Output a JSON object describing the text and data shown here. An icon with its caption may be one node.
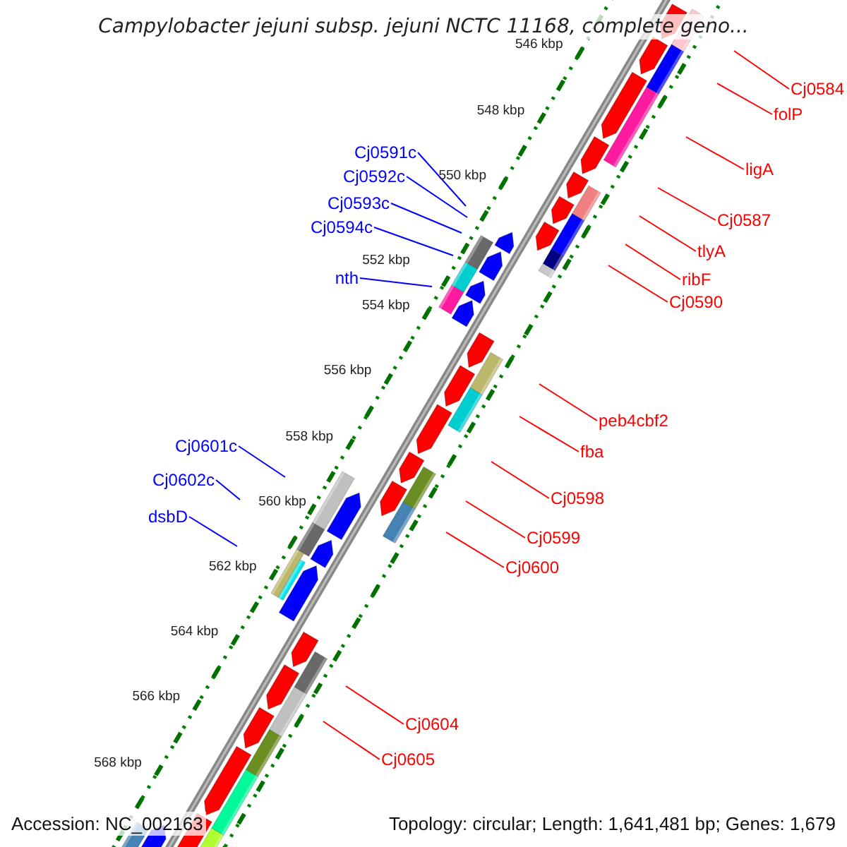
{
  "diagram": {
    "title": "Campylobacter jejuni subsp. jejuni NCTC 11168, complete geno...",
    "nodes": [
      {
        "text": [
          "Cj0584"
        ]
      },
      {
        "text": [
          "folP"
        ]
      },
      {
        "text": [
          "Cj0591c"
        ]
      },
      {
        "text": [
          "ligA"
        ]
      },
      {
        "text": [
          "Cj0592c"
        ]
      },
      {
        "text": [
          "Cj0593c"
        ]
      },
      {
        "text": [
          "Cj0587"
        ]
      },
      {
        "text": [
          "Cj0594c"
        ]
      },
      {
        "text": [
          "nth"
        ]
      },
      {
        "text": [
          "tlyA"
        ]
      },
      {
        "text": [
          "ribF"
        ]
      },
      {
        "text": [
          "Cj0590"
        ]
      },
      {
        "text": [
          "peb4cbf2"
        ]
      },
      {
        "text": [
          "Cj0601c"
        ]
      },
      {
        "text": [
          "fba"
        ]
      },
      {
        "text": [
          "Cj0602c"
        ]
      },
      {
        "text": [
          "Cj0598"
        ]
      },
      {
        "text": [
          "dsbD"
        ]
      },
      {
        "text": [
          "Cj0599"
        ]
      },
      {
        "text": [
          "Cj0600"
        ]
      },
      {
        "text": [
          "Cj0604"
        ]
      },
      {
        "text": [
          "Cj0605"
        ]
      }
    ],
    "edges": [
      {
        "from": 0,
        "to": null,
        "arrow": "none"
      },
      {
        "from": 1,
        "to": null,
        "arrow": "none"
      },
      {
        "from": 2,
        "to": null,
        "arrow": "none",
        "color": "#0000ff"
      },
      {
        "from": 3,
        "to": null,
        "arrow": "none"
      },
      {
        "from": 4,
        "to": null,
        "arrow": "none",
        "color": "#0000ff"
      },
      {
        "from": 5,
        "to": null,
        "arrow": "none",
        "color": "#0000ff"
      },
      {
        "from": 6,
        "to": null,
        "arrow": "none"
      },
      {
        "from": 7,
        "to": null,
        "arrow": "none",
        "color": "#0000ff"
      },
      {
        "from": 8,
        "to": null,
        "arrow": "none",
        "color": "#0000ff"
      },
      {
        "from": 9,
        "to": null,
        "arrow": "none"
      },
      {
        "from": 10,
        "to": null,
        "arrow": "none"
      },
      {
        "from": 11,
        "to": null,
        "arrow": "none"
      },
      {
        "from": 12,
        "to": null,
        "arrow": "none"
      },
      {
        "from": 13,
        "to": null,
        "arrow": "none",
        "color": "#0000ff"
      },
      {
        "from": 14,
        "to": null,
        "arrow": "none"
      },
      {
        "from": 15,
        "to": null,
        "arrow": "none",
        "color": "#0000ff"
      },
      {
        "from": 16,
        "to": null,
        "arrow": "none"
      },
      {
        "from": 17,
        "to": null,
        "arrow": "none",
        "color": "#0000ff"
      },
      {
        "from": 18,
        "to": null,
        "arrow": "none"
      },
      {
        "from": 19,
        "to": null,
        "arrow": "none"
      },
      {
        "from": 20,
        "to": null,
        "arrow": "none"
      },
      {
        "from": 21,
        "to": null,
        "arrow": "none"
      }
    ],
    "labels": [
      "546 kbp",
      "548 kbp",
      "550 kbp",
      "552 kbp",
      "554 kbp",
      "556 kbp",
      "558 kbp",
      "560 kbp",
      "562 kbp",
      "564 kbp",
      "566 kbp",
      "568 kbp",
      "Accession: NC_002163",
      "Topology: circular; Length: 1,641,481 bp; Genes: 1,679"
    ]
  }
}
